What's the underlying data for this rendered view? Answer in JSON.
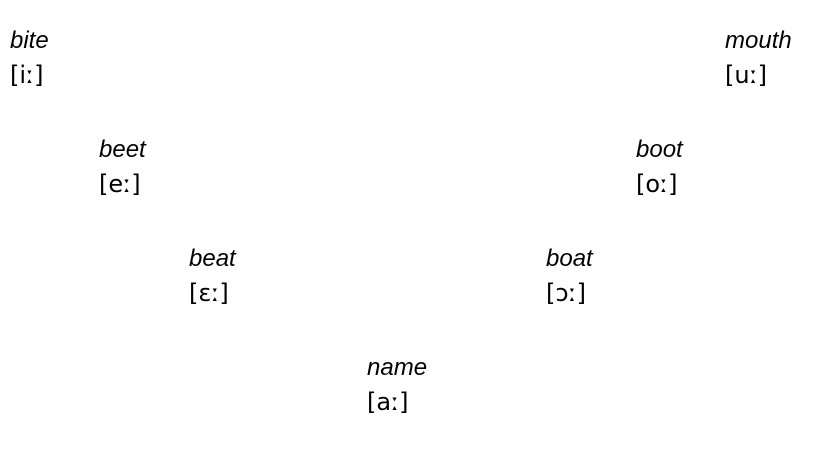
{
  "vowels": [
    {
      "word": "bite",
      "ipa": "[iː]"
    },
    {
      "word": "beet",
      "ipa": "[eː]"
    },
    {
      "word": "beat",
      "ipa": "[ɛː]"
    },
    {
      "word": "name",
      "ipa": "[aː]"
    },
    {
      "word": "boat",
      "ipa": "[ɔː]"
    },
    {
      "word": "boot",
      "ipa": "[oː]"
    },
    {
      "word": "mouth",
      "ipa": "[uː]"
    }
  ]
}
